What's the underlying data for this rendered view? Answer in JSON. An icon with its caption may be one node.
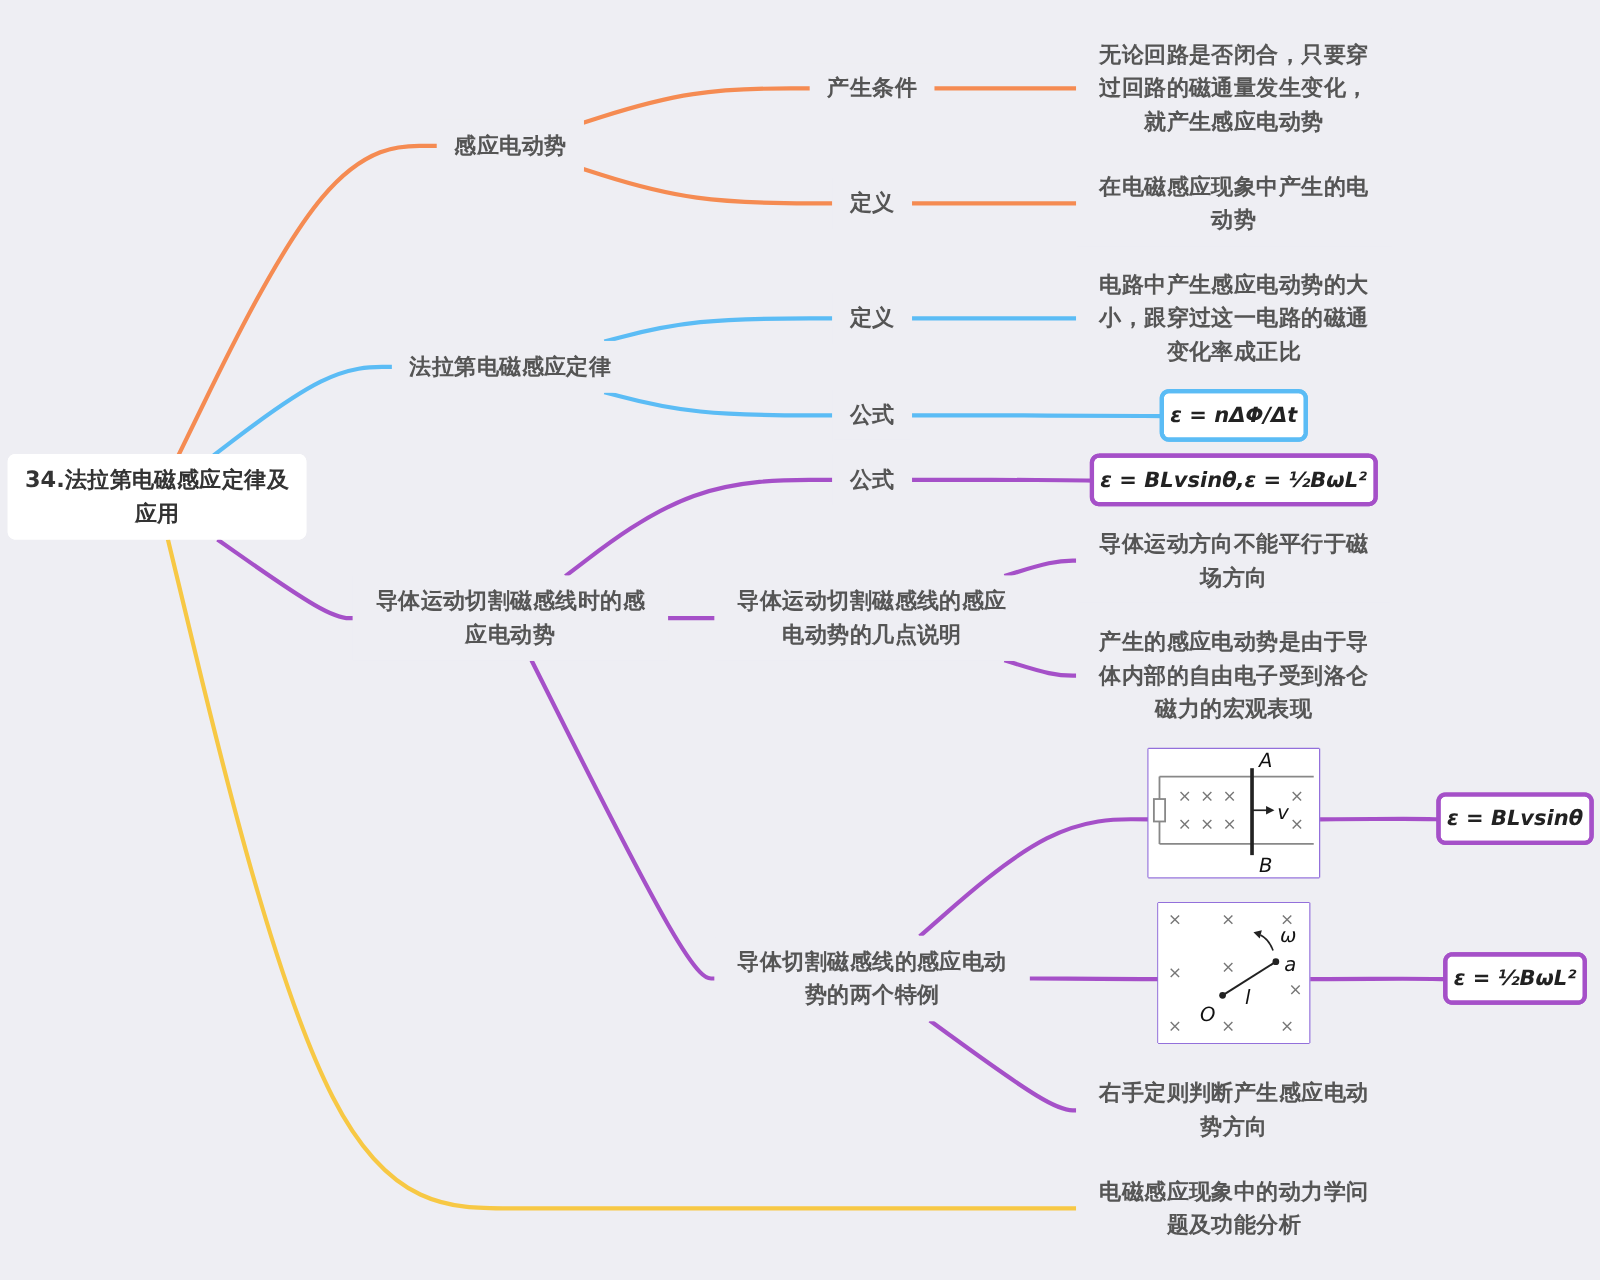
{
  "diagram": {
    "nodes": [
      {
        "text": [
          "34.法拉第电磁感应定律及应用"
        ]
      },
      {
        "text": [
          "感应电动势"
        ]
      },
      {
        "text": [
          "产生条件"
        ]
      },
      {
        "text": [
          "无论回路是否闭合，只要穿过回路的磁通量发生变化，就产生感应电动势"
        ]
      },
      {
        "text": [
          "定义"
        ]
      },
      {
        "text": [
          "在电磁感应现象中产生的电动势"
        ]
      },
      {
        "text": [
          "法拉第电磁感应定律"
        ]
      },
      {
        "text": [
          "定义"
        ]
      },
      {
        "text": [
          "电路中产生感应电动势的大小，跟穿过这一电路的磁通变化率成正比"
        ]
      },
      {
        "text": [
          "公式"
        ]
      },
      {
        "text": [
          "ε = nΔΦ/Δt"
        ]
      },
      {
        "text": [
          "导体运动切割磁感线时的感应电动势"
        ]
      },
      {
        "text": [
          "公式"
        ]
      },
      {
        "text": [
          "ε = BLvsinθ,ε = ½BωL²"
        ]
      },
      {
        "text": [
          "导体运动切割磁感线的感应电动势的几点说明"
        ]
      },
      {
        "text": [
          "导体运动方向不能平行于磁场方向"
        ]
      },
      {
        "text": [
          "产生的感应电动势是由于导体内部的自由电子受到洛仑磁力的宏观表现"
        ]
      },
      {
        "text": [
          "导体切割磁感线的感应电动势的两个特例"
        ]
      },
      {
        "text": [],
        "shape": "picture"
      },
      {
        "text": [
          "ε = BLvsinθ"
        ]
      },
      {
        "text": [],
        "shape": "picture"
      },
      {
        "text": [
          "ε = ½BωL²"
        ]
      },
      {
        "text": [
          "右手定则判断产生感应电动势方向"
        ]
      },
      {
        "text": [
          "电磁感应现象中的动力学问题及功能分析"
        ]
      }
    ],
    "edges": [
      {
        "from": 0,
        "to": 1,
        "arrow": "none",
        "color": "#f58b52"
      },
      {
        "from": 1,
        "to": 2,
        "arrow": "none",
        "color": "#f58b52"
      },
      {
        "from": 2,
        "to": 3,
        "arrow": "none",
        "color": "#f58b52"
      },
      {
        "from": 1,
        "to": 4,
        "arrow": "none",
        "color": "#f58b52"
      },
      {
        "from": 4,
        "to": 5,
        "arrow": "none",
        "color": "#f58b52"
      },
      {
        "from": 0,
        "to": 6,
        "arrow": "none",
        "color": "#5bbcf5"
      },
      {
        "from": 6,
        "to": 7,
        "arrow": "none",
        "color": "#5bbcf5"
      },
      {
        "from": 7,
        "to": 8,
        "arrow": "none",
        "color": "#5bbcf5"
      },
      {
        "from": 6,
        "to": 9,
        "arrow": "none",
        "color": "#5bbcf5"
      },
      {
        "from": 9,
        "to": 10,
        "arrow": "none",
        "color": "#5bbcf5"
      },
      {
        "from": 0,
        "to": 11,
        "arrow": "none"
      },
      {
        "from": 11,
        "to": 12,
        "arrow": "none"
      },
      {
        "from": 12,
        "to": 13,
        "arrow": "none"
      },
      {
        "from": 11,
        "to": 14,
        "arrow": "none"
      },
      {
        "from": 14,
        "to": 15,
        "arrow": "none"
      },
      {
        "from": 14,
        "to": 16,
        "arrow": "none"
      },
      {
        "from": 11,
        "to": 17,
        "arrow": "none"
      },
      {
        "from": 17,
        "to": 18,
        "arrow": "none"
      },
      {
        "from": 18,
        "to": 19,
        "arrow": "none"
      },
      {
        "from": 17,
        "to": 20,
        "arrow": "none"
      },
      {
        "from": 20,
        "to": 21,
        "arrow": "none"
      },
      {
        "from": 17,
        "to": 22,
        "arrow": "none"
      },
      {
        "from": 0,
        "to": 23,
        "arrow": "none",
        "color": "#f7c844"
      }
    ],
    "labels": [
      "A",
      "v",
      "B",
      "ω",
      "a",
      "l",
      "O"
    ]
  }
}
